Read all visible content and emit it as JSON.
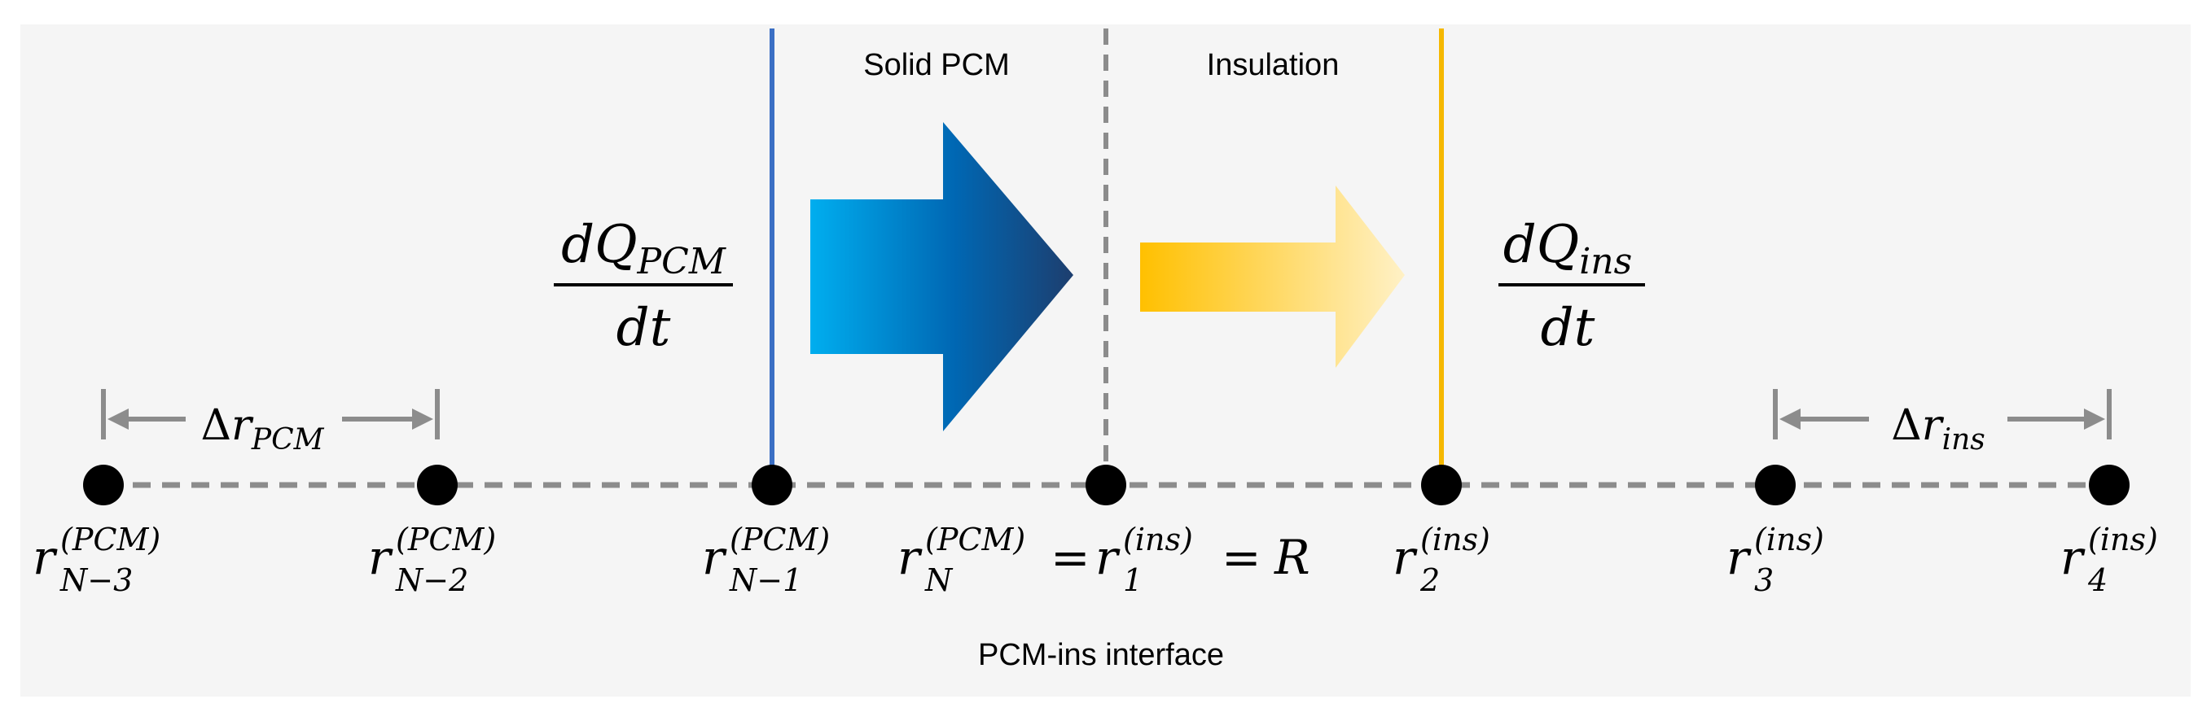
{
  "regions": {
    "solid_pcm_label": "Solid PCM",
    "insulation_label": "Insulation"
  },
  "interface": {
    "label": "PCM-ins interface"
  },
  "flux": {
    "pcm": {
      "numerator_base": "dQ",
      "numerator_sub": "PCM",
      "denominator": "dt"
    },
    "ins": {
      "numerator_base": "dQ",
      "numerator_sub": "ins",
      "denominator": "dt"
    }
  },
  "spacing": {
    "pcm": {
      "delta": "Δ",
      "base": "r",
      "sub": "PCM"
    },
    "ins": {
      "delta": "Δ",
      "base": "r",
      "sub": "ins"
    }
  },
  "nodes": [
    {
      "base": "r",
      "sup": "(PCM)",
      "sub": "N−3"
    },
    {
      "base": "r",
      "sup": "(PCM)",
      "sub": "N−2"
    },
    {
      "base": "r",
      "sup": "(PCM)",
      "sub": "N−1"
    },
    {
      "base": "r",
      "sup": "(PCM)",
      "sub": "N",
      "eq_sup": "(ins)",
      "eq_sub": "1",
      "equals": "=",
      "tail": "R"
    },
    {
      "base": "r",
      "sup": "(ins)",
      "sub": "2"
    },
    {
      "base": "r",
      "sup": "(ins)",
      "sub": "3"
    },
    {
      "base": "r",
      "sup": "(ins)",
      "sub": "4"
    }
  ],
  "colors": {
    "panel": "#f5f5f5",
    "axis": "#8c8c8c",
    "node": "#000000",
    "pcm_line": "#3b6fc4",
    "ins_line": "#f5b800",
    "blue_arrow_start": "#00aeef",
    "blue_arrow_mid": "#0067b3",
    "blue_arrow_end": "#1d3e6e",
    "yellow_arrow_start": "#ffc000",
    "yellow_arrow_end": "#fff1c6"
  }
}
